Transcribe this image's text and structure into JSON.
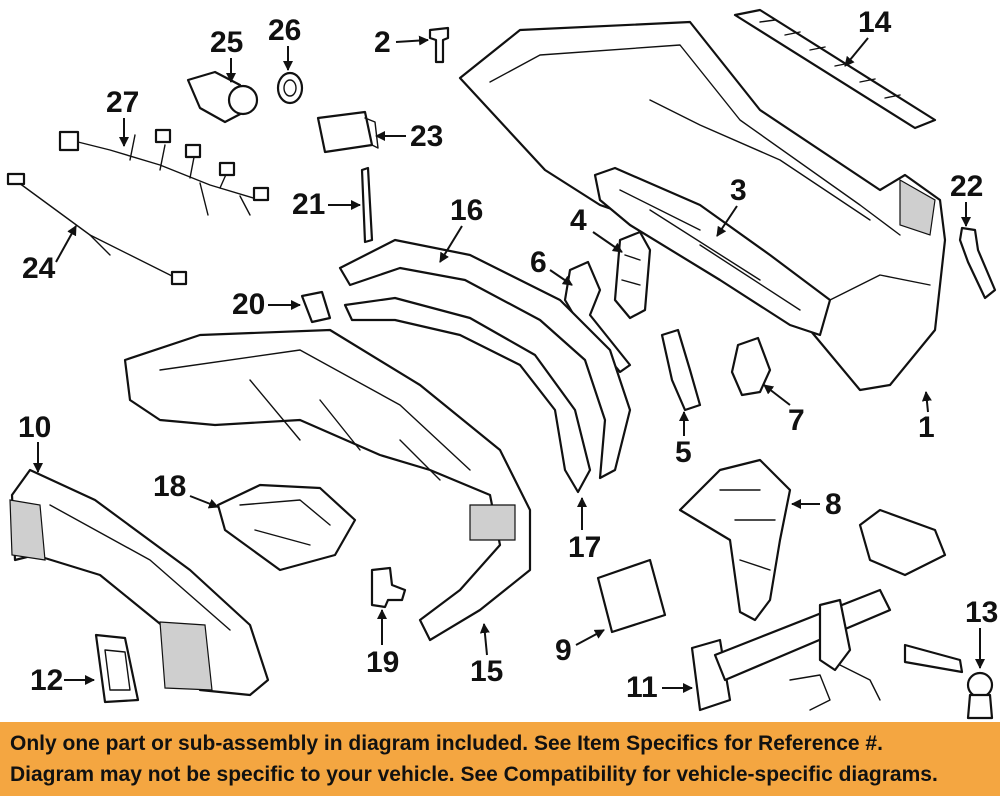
{
  "callouts": {
    "c1": "1",
    "c2": "2",
    "c3": "3",
    "c4": "4",
    "c5": "5",
    "c6": "6",
    "c7": "7",
    "c8": "8",
    "c9": "9",
    "c10": "10",
    "c11": "11",
    "c12": "12",
    "c13": "13",
    "c14": "14",
    "c15": "15",
    "c16": "16",
    "c17": "17",
    "c18": "18",
    "c19": "19",
    "c20": "20",
    "c21": "21",
    "c22": "22",
    "c23": "23",
    "c24": "24",
    "c25": "25",
    "c26": "26",
    "c27": "27"
  },
  "footer": {
    "line1": "Only one part or sub-assembly in diagram included. See Item Specifics for Reference #.",
    "line2": "Diagram may not be specific to your vehicle. See Compatibility for vehicle-specific diagrams."
  },
  "colors": {
    "footer_bg": "#f4a641",
    "ink": "#111111"
  }
}
